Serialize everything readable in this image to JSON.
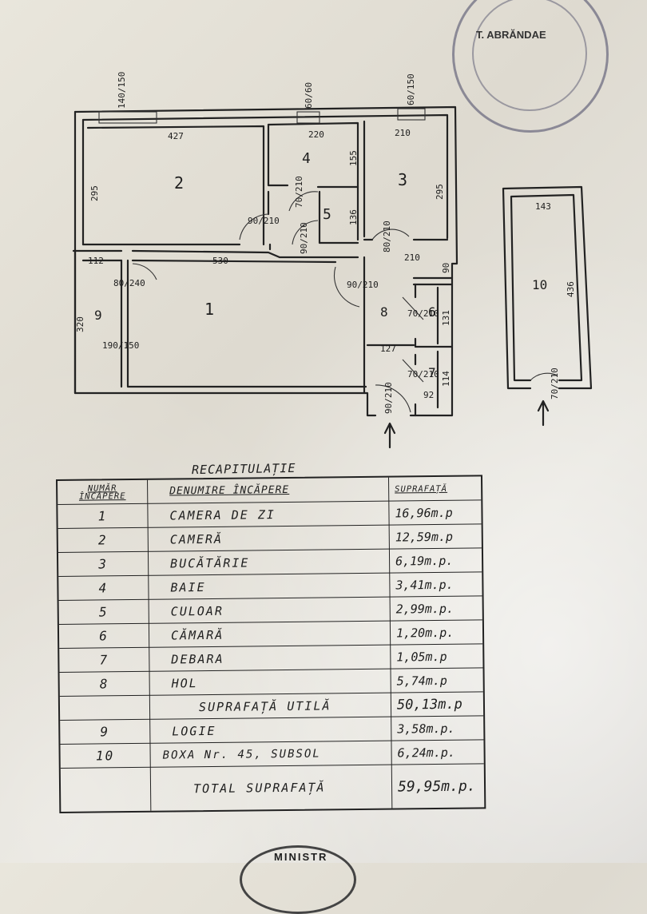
{
  "stamp": {
    "name": "T. ABRĂNDAE"
  },
  "bottom_seal": {
    "text": "MINISTR"
  },
  "plan": {
    "rooms": [
      "1",
      "2",
      "3",
      "4",
      "5",
      "6",
      "7",
      "8",
      "9",
      "10"
    ],
    "dimensions": {
      "win_left": "140/150",
      "win_mid": "60/60",
      "win_right": "60/150",
      "r2_w": "427",
      "r2_h": "295",
      "r4_w": "220",
      "r4_h": "155",
      "r3_w": "210",
      "r3_h": "295",
      "r5_h": "136",
      "d_r4": "70/210",
      "d_r2": "90/210",
      "d_r5": "90/210",
      "d_r3": "80/210",
      "r1_w": "530",
      "r9_w": "112",
      "r9_h": "320",
      "d_r9": "80/240",
      "d_r1": "90/210",
      "hall_w": "210",
      "hall_n": "90",
      "d_r6": "70/210",
      "r6_h": "131",
      "hall_w2": "127",
      "d_r7": "70/210",
      "r7_h": "114",
      "r7_w": "92",
      "entry": "90/210",
      "r9_win": "190/150",
      "box_w": "143",
      "box_h": "436",
      "box_door": "70/210"
    }
  },
  "table": {
    "title": "RECAPITULAȚIE",
    "headers": {
      "num_line1": "NUMĂR",
      "num_line2": "ÎNCĂPERE",
      "name": "DENUMIRE ÎNCĂPERE",
      "area": "SUPRAFAȚĂ"
    },
    "rows": [
      {
        "num": "1",
        "name": "CAMERA DE ZI",
        "area": "16,96m.p"
      },
      {
        "num": "2",
        "name": "CAMERĂ",
        "area": "12,59m.p"
      },
      {
        "num": "3",
        "name": "BUCĂTĂRIE",
        "area": "6,19m.p."
      },
      {
        "num": "4",
        "name": "BAIE",
        "area": "3,41m.p."
      },
      {
        "num": "5",
        "name": "CULOAR",
        "area": "2,99m.p."
      },
      {
        "num": "6",
        "name": "CĂMARĂ",
        "area": "1,20m.p."
      },
      {
        "num": "7",
        "name": "DEBARA",
        "area": "1,05m.p"
      },
      {
        "num": "8",
        "name": "HOL",
        "area": "5,74m.p"
      },
      {
        "num": "",
        "name": "SUPRAFAȚĂ UTILĂ",
        "area": "50,13m.p"
      },
      {
        "num": "9",
        "name": "LOGIE",
        "area": "3,58m.p."
      },
      {
        "num": "10",
        "name": "BOXA Nr. 45, SUBSOL",
        "area": "6,24m.p."
      },
      {
        "num": "",
        "name": "TOTAL SUPRAFAȚĂ",
        "area": "59,95m.p."
      }
    ]
  }
}
